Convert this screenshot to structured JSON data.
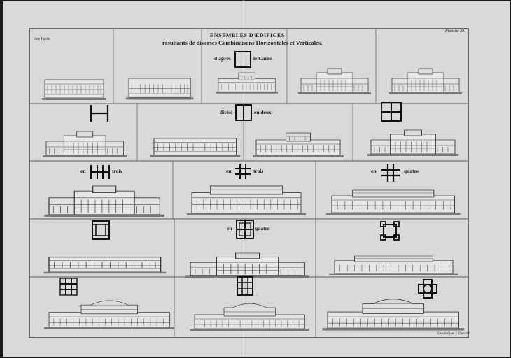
{
  "plate": {
    "title": "ENSEMBLES D'EDIFICES",
    "subtitle": "résultants de diverses Combinaisons Horizontales et Verticales.",
    "part": "2me Partie",
    "plate_number": "Planche 20.",
    "credit": "Dessiné par J. Durand"
  },
  "labels": {
    "dapres": "d'après",
    "le_carre": "le Carré",
    "divise": "divisé",
    "en_deux": "en deux",
    "en_1": "en",
    "trois_1": "trois",
    "en_2": "en",
    "trois_2": "trois",
    "en_3": "en",
    "quatre_1": "quatre",
    "en_4": "en",
    "quatre_2": "quatre"
  }
}
